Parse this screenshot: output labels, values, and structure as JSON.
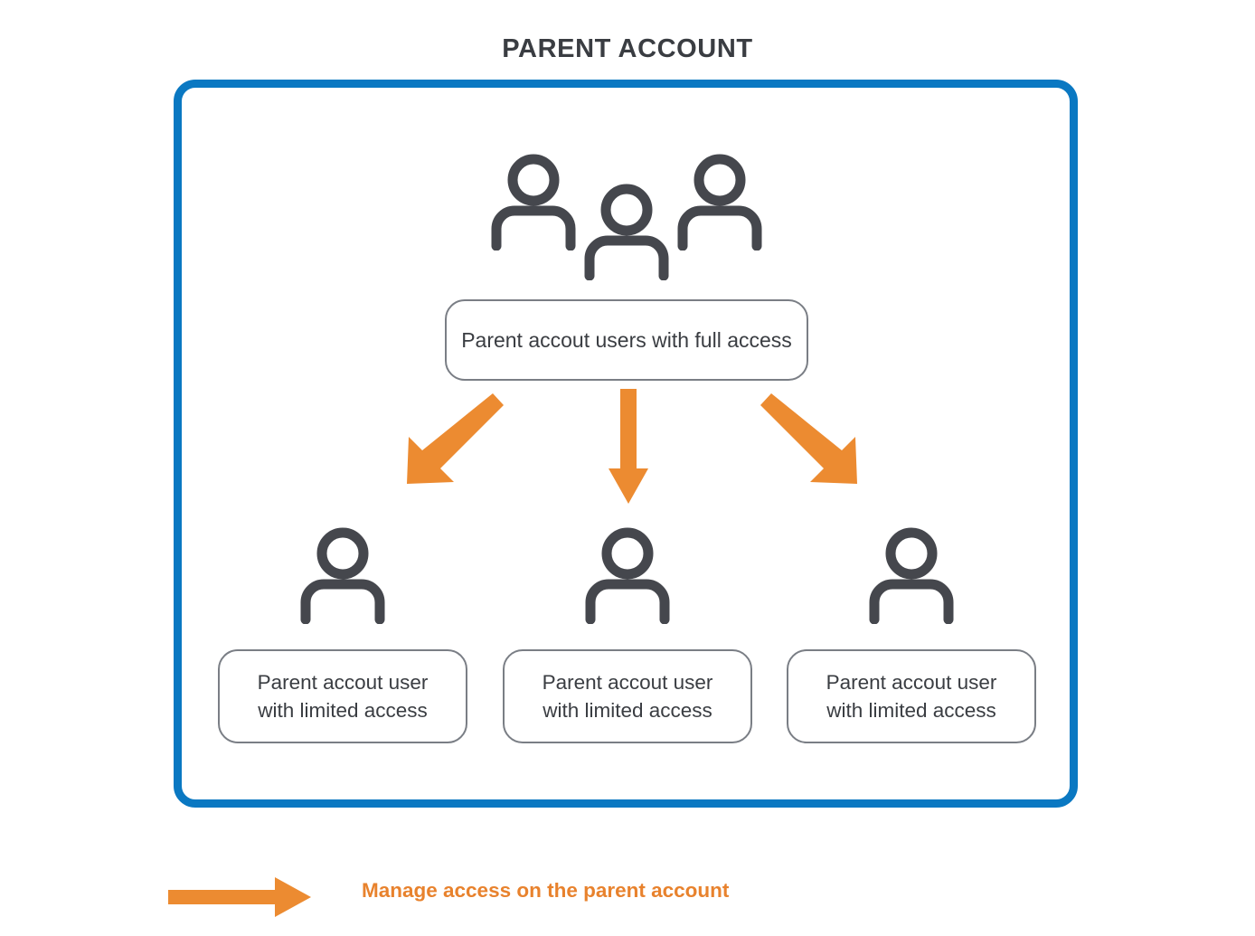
{
  "page": {
    "title": "PARENT ACCOUNT"
  },
  "colors": {
    "frame_blue": "#0a78c2",
    "arrow_orange": "#ec8b31",
    "legend_orange": "#e8822d",
    "icon_gray": "#45474d",
    "box_border_gray": "#7a7e85",
    "text_gray": "#3a3d42",
    "background": "#ffffff"
  },
  "diagram": {
    "type": "hierarchy",
    "group_icon": {
      "name": "group-of-users-icon",
      "person_count": 3
    },
    "primary_node": {
      "label": "Parent accout users with full access",
      "icon": "group-of-users-icon"
    },
    "connectors": [
      {
        "name": "arrow-to-child-1",
        "direction": "down-left"
      },
      {
        "name": "arrow-to-child-2",
        "direction": "down"
      },
      {
        "name": "arrow-to-child-3",
        "direction": "down-right"
      }
    ],
    "child_nodes": [
      {
        "label": "Parent accout user\nwith limited access",
        "icon": "person-icon"
      },
      {
        "label": "Parent accout user\nwith limited access",
        "icon": "person-icon"
      },
      {
        "label": "Parent accout user\nwith limited access",
        "icon": "person-icon"
      }
    ]
  },
  "legend": {
    "arrow_icon": "right-arrow-icon",
    "label": "Manage access on the parent account"
  }
}
